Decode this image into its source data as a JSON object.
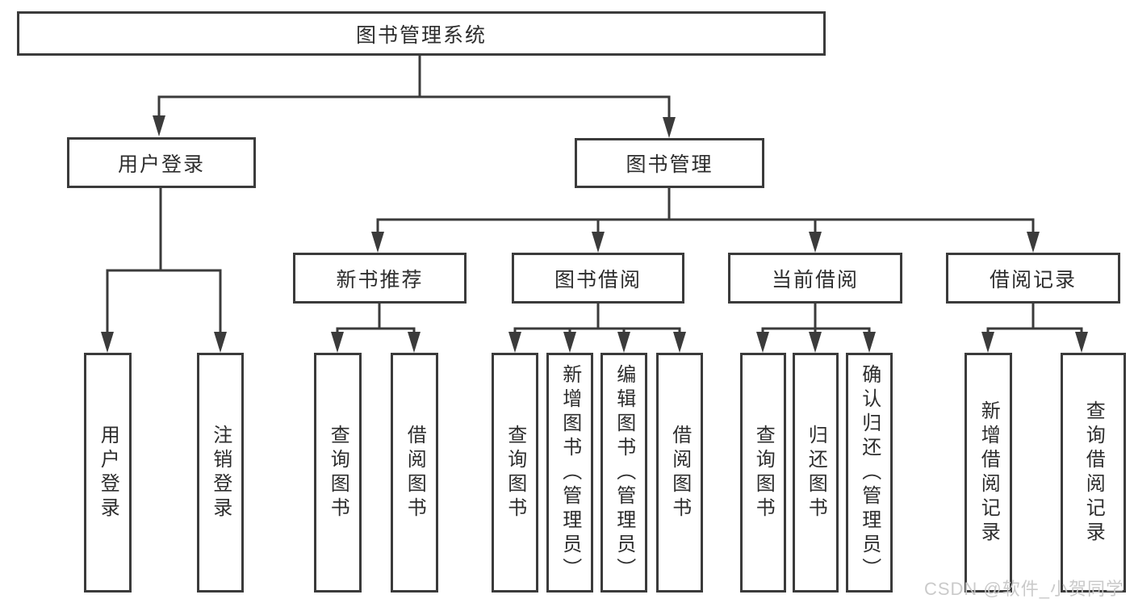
{
  "diagram_title": "图书管理系统",
  "watermark": "CSDN @软件_小贺同学",
  "colors": {
    "line": "#3b3b3b",
    "box_border": "#3b3b3b",
    "text": "#2d2d2d",
    "watermark": "#c8c8c8",
    "background": "#ffffff"
  },
  "tree": {
    "label": "图书管理系统",
    "children": [
      {
        "label": "用户登录",
        "children": [
          {
            "label": "用户登录"
          },
          {
            "label": "注销登录"
          }
        ]
      },
      {
        "label": "图书管理",
        "children": [
          {
            "label": "新书推荐",
            "children": [
              {
                "label": "查询图书"
              },
              {
                "label": "借阅图书"
              }
            ]
          },
          {
            "label": "图书借阅",
            "children": [
              {
                "label": "查询图书"
              },
              {
                "label": "新增图书（管理员）"
              },
              {
                "label": "编辑图书（管理员）"
              },
              {
                "label": "借阅图书"
              }
            ]
          },
          {
            "label": "当前借阅",
            "children": [
              {
                "label": "查询图书"
              },
              {
                "label": "归还图书"
              },
              {
                "label": "确认归还（管理员）"
              }
            ]
          },
          {
            "label": "借阅记录",
            "children": [
              {
                "label": "新增借阅记录"
              },
              {
                "label": "查询借阅记录"
              }
            ]
          }
        ]
      }
    ]
  }
}
